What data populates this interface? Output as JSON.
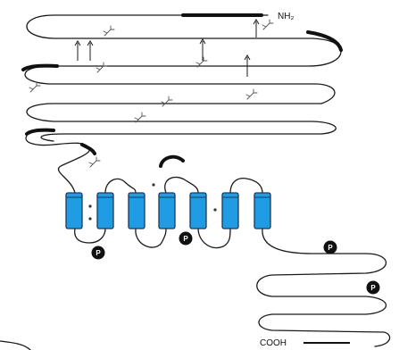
{
  "diagram": {
    "labels": {
      "n_terminus": "NH₂",
      "c_terminus": "COOH",
      "phospho": "P"
    },
    "helix_count": 7,
    "phospho_site_count": 4,
    "colors": {
      "helix_fill": "#1f9ce4",
      "helix_stroke": "#1d3b57",
      "chain": "#1a1a1a",
      "phospho_fill": "#111111",
      "phospho_text": "#ffffff"
    },
    "icons": [
      "glycan-icon",
      "helix-cylinder",
      "phospho-badge"
    ]
  }
}
